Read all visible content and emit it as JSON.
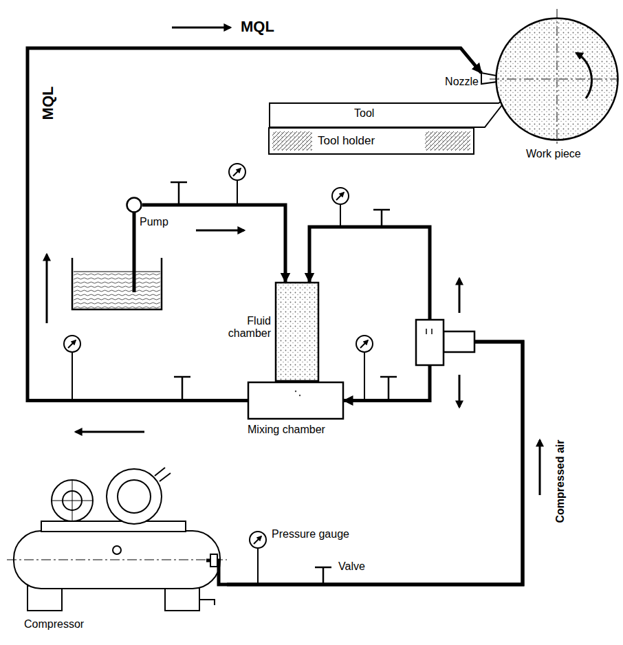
{
  "diagram": {
    "nodes": [
      {
        "text": [
          "Nozzle"
        ]
      },
      {
        "text": [
          "Tool holder"
        ]
      },
      {
        "text": [
          "Work piece"
        ]
      },
      {
        "text": [
          "Pump"
        ]
      },
      {
        "text": [
          "Fluid chamber"
        ]
      },
      {
        "text": [
          "Mixing chamber"
        ]
      },
      {
        "text": [
          "Compressor"
        ]
      }
    ],
    "edges": [
      {
        "from": 3,
        "to": 4,
        "arrow": "to"
      },
      {
        "from": 6,
        "to": 4,
        "arrow": "to"
      },
      {
        "from": 6,
        "to": 5,
        "arrow": "to"
      },
      {
        "from": 5,
        "to": 0,
        "arrow": "to"
      }
    ],
    "labels": [
      "MQL",
      "MQL",
      "Tool",
      "Compressed air",
      "Pressure gauge",
      "Valve"
    ]
  }
}
